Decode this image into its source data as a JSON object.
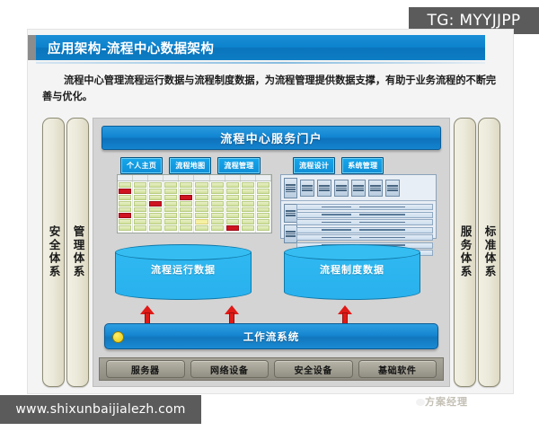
{
  "watermarks": {
    "tg": "TG: MYYJJPP",
    "url": "www.shixunbaijialezh.com",
    "wechat": "方案经理"
  },
  "slide": {
    "title": "应用架构-流程中心数据架构",
    "body": "流程中心管理流程运行数据与流程制度数据，为流程管理提供数据支撑，有助于业务流程的不断完善与优化。"
  },
  "diagram": {
    "side_bars_left": [
      {
        "label": "安全体系"
      },
      {
        "label": "管理体系"
      }
    ],
    "side_bars_right": [
      {
        "label": "服务体系"
      },
      {
        "label": "标准体系"
      }
    ],
    "portal_title": "流程中心服务门户",
    "tabs_left": [
      {
        "label": "个人主页"
      },
      {
        "label": "流程地图"
      },
      {
        "label": "流程管理"
      }
    ],
    "tabs_right": [
      {
        "label": "流程设计"
      },
      {
        "label": "系统管理"
      }
    ],
    "cylinders": [
      {
        "label": "流程运行数据"
      },
      {
        "label": "流程制度数据"
      }
    ],
    "workflow_bar": "工作流系统",
    "infrastructure": [
      {
        "label": "服务器"
      },
      {
        "label": "网络设备"
      },
      {
        "label": "安全设备"
      },
      {
        "label": "基础软件"
      }
    ]
  },
  "colors": {
    "accent_blue": "#0f8fd6",
    "portal_blue": "#1286d2",
    "cylinder_blue": "#2fb8f0",
    "arrow_red": "#e01a17",
    "bar_cream": "#eceadb",
    "infra_gray": "#918e83",
    "panel_gray": "#d4d4d4",
    "watermark_gray": "#5b5b5b"
  }
}
